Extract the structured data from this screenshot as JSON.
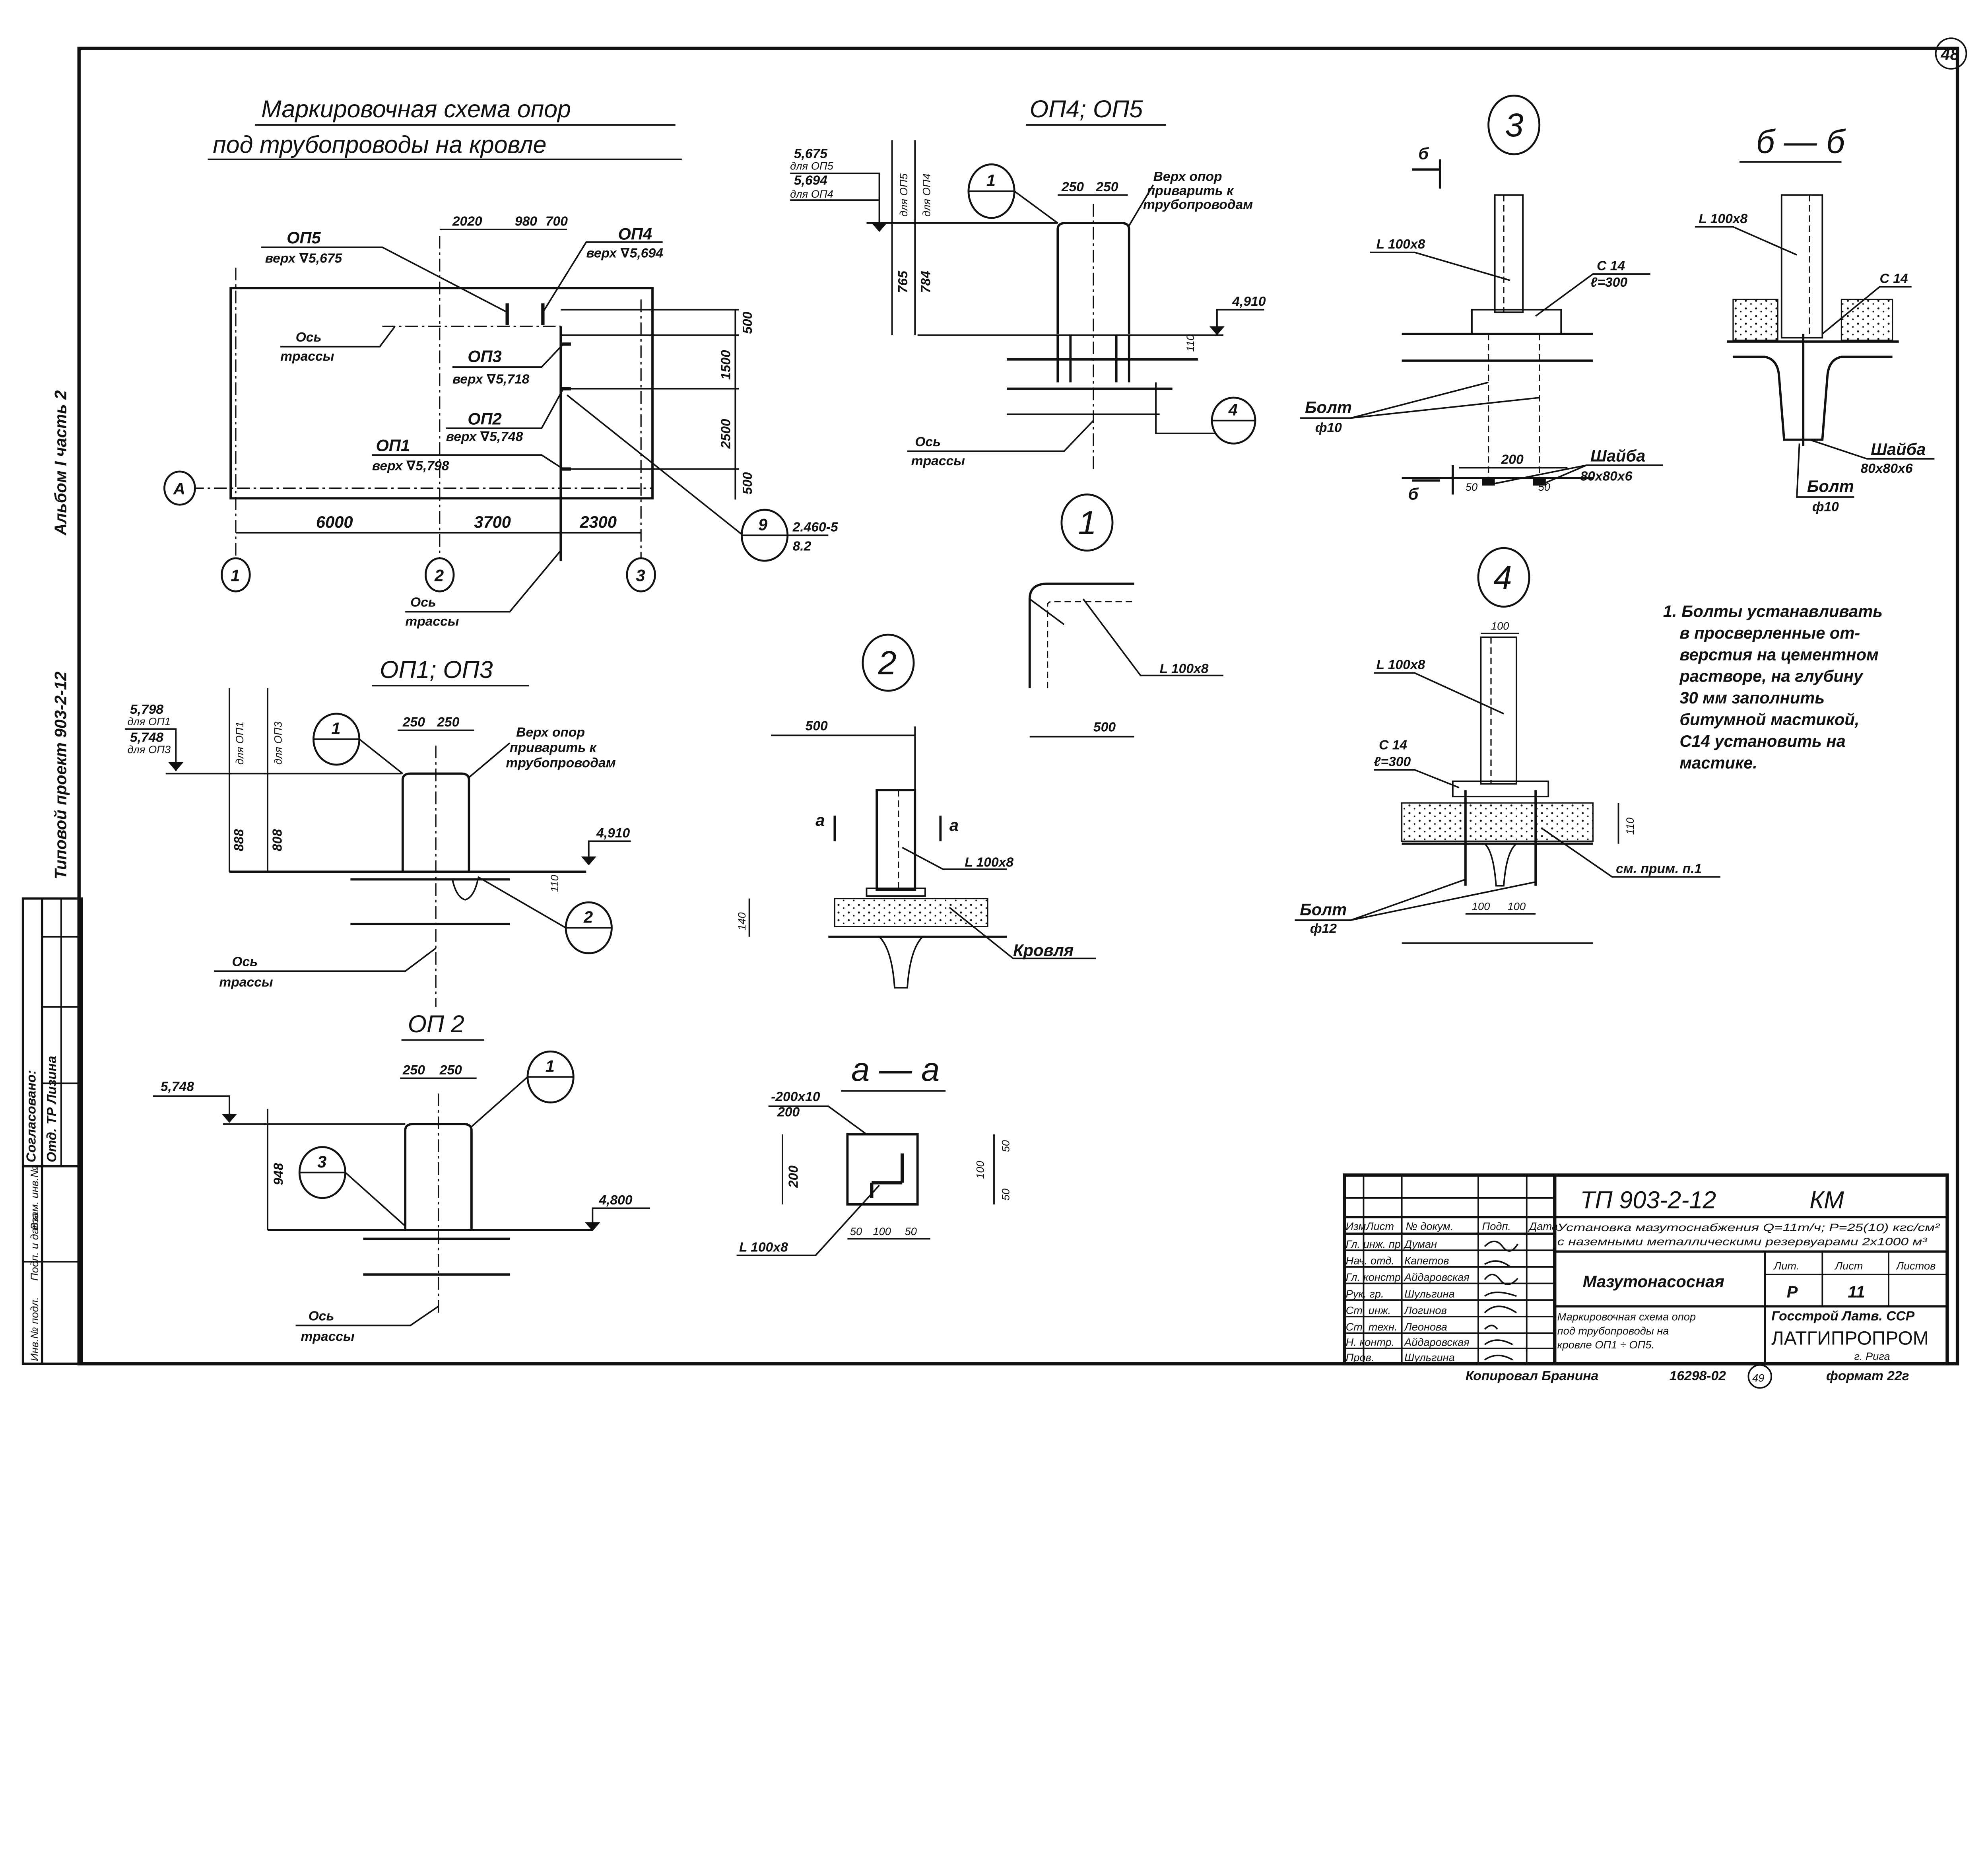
{
  "sheet_number_corner": "48",
  "margin": {
    "album": "Альбом I часть 2",
    "project": "Типовой проект 903-2-12",
    "agreed": "Согласовано:",
    "agreed_by": "Отд. ТР Лизина",
    "stamp_cols": [
      "Инв.№ подл.",
      "Подп. и дата",
      "Взам. инв.№"
    ]
  },
  "plan": {
    "title_line1": "Маркировочная схема опор",
    "title_line2": "под трубопроводы на кровле",
    "axes": [
      "1",
      "2",
      "3"
    ],
    "row_axis": "A",
    "bottom_dims": [
      "6000",
      "3700",
      "2300"
    ],
    "top_dims": [
      "2020",
      "980",
      "700"
    ],
    "right_dims": [
      "500",
      "1500",
      "2500",
      "500"
    ],
    "supports": [
      {
        "name": "ОП5",
        "elev": "верх ∇5,675"
      },
      {
        "name": "ОП4",
        "elev": "верх ∇5,694"
      },
      {
        "name": "ОП3",
        "elev": "верх ∇5,718"
      },
      {
        "name": "ОП2",
        "elev": "верх ∇5,748"
      },
      {
        "name": "ОП1",
        "elev": "верх ∇5,798"
      }
    ],
    "route_axis_1": "Ось",
    "route_axis_2": "трассы",
    "ref_bubble": "9",
    "ref_line1": "2.460-5",
    "ref_line2": "8.2"
  },
  "op45": {
    "title": "ОП4; ОП5",
    "elev1": "5,675",
    "elev1_note": "для ОП5",
    "elev2": "5,694",
    "elev2_note": "для ОП4",
    "dim_op5_label": "для ОП5",
    "dim_op4_label": "для ОП4",
    "h1": "765",
    "h2": "784",
    "w1": "250",
    "w2": "250",
    "bubble_top": "1",
    "bubble_bottom": "4",
    "note1": "Верх опор",
    "note2": "приварить к",
    "note3": "трубопроводам",
    "base_elev": "4,910",
    "slab": "110",
    "axis1": "Ось",
    "axis2": "трассы"
  },
  "op13": {
    "title": "ОП1; ОП3",
    "elev1": "5,798",
    "elev1_note": "для ОП1",
    "elev2": "5,748",
    "elev2_note": "для ОП3",
    "dim_label1": "для ОП1",
    "dim_label2": "для ОП3",
    "h1": "888",
    "h2": "808",
    "w1": "250",
    "w2": "250",
    "bubble_top": "1",
    "bubble_bottom": "2",
    "note1": "Верх опор",
    "note2": "приварить к",
    "note3": "трубопроводам",
    "base_elev": "4,910",
    "slab": "110",
    "axis1": "Ось",
    "axis2": "трассы"
  },
  "op2": {
    "title": "ОП 2",
    "elev": "5,748",
    "h": "948",
    "w1": "250",
    "w2": "250",
    "bubble_top": "1",
    "bubble_bottom": "3",
    "base_elev": "4,800",
    "axis1": "Ось",
    "axis2": "трассы"
  },
  "detail1": {
    "bubble": "1",
    "profile": "L 100x8",
    "dim": "500"
  },
  "detail2": {
    "bubble": "2",
    "dim_top": "500",
    "cut": "а",
    "profile": "L 100x8",
    "slab": "140",
    "roof": "Кровля"
  },
  "section_aa": {
    "title": "а — а",
    "plate1": "-200x10",
    "plate2": "200",
    "h": "200",
    "d100": "100",
    "d50a": "50",
    "d50b": "50",
    "b50a": "50",
    "b100": "100",
    "b50b": "50",
    "profile": "L 100x8"
  },
  "detail3": {
    "bubble": "3",
    "cut": "б",
    "cut2": "б",
    "profile": "L 100x8",
    "channel1": "С 14",
    "channel2": "ℓ=300",
    "bolt1": "Болт",
    "bolt2": "ф10",
    "washer1": "Шайба",
    "washer2": "80x80x6",
    "d50a": "50",
    "d200": "200",
    "d50b": "50"
  },
  "section_bb": {
    "title": "б — б",
    "profile": "L 100x8",
    "channel": "С 14",
    "washer1": "Шайба",
    "washer2": "80x80x6",
    "bolt1": "Болт",
    "bolt2": "ф10"
  },
  "detail4": {
    "bubble": "4",
    "dim_top": "100",
    "profile": "L 100x8",
    "channel1": "С 14",
    "channel2": "ℓ=300",
    "slab": "110",
    "note_ref": "см. прим. п.1",
    "bolt1": "Болт",
    "bolt2": "ф12",
    "d100a": "100",
    "d100b": "100"
  },
  "notes": [
    "1. Болты устанавливать",
    "в просверленные от-",
    "верстия на цементном",
    "растворе, на глубину",
    "30 мм заполнить",
    "битумной мастикой,",
    "С14 установить на",
    "мастике."
  ],
  "title_block": {
    "code": "ТП 903-2-12",
    "mark": "КМ",
    "headers": [
      "Изм.",
      "Лист",
      "№ докум.",
      "Подп.",
      "Дата"
    ],
    "staff": [
      {
        "role": "Гл. инж. пр.",
        "name": "Думан"
      },
      {
        "role": "Нач. отд.",
        "name": "Капетов"
      },
      {
        "role": "Гл. констр.",
        "name": "Айдаровская"
      },
      {
        "role": "Рук. гр.",
        "name": "Шульгина"
      },
      {
        "role": "Ст. инж.",
        "name": "Логинов"
      },
      {
        "role": "Ст. техн.",
        "name": "Леонова"
      },
      {
        "role": "Н. контр.",
        "name": "Айдаровская"
      },
      {
        "role": "Пров.",
        "name": "Шульгина"
      }
    ],
    "project_line1": "Установка мазутоснабжения Q=11т/ч; P=25(10) кгс/см²",
    "project_line2": "с наземными металлическими резервуарами 2x1000 м³",
    "building": "Мазутонасосная",
    "stage_label": "Лит.",
    "sheet_label": "Лист",
    "sheets_label": "Листов",
    "stage": "Р",
    "sheet": "11",
    "sheets": "",
    "sheet_title1": "Маркировочная схема опор",
    "sheet_title2": "под трубопроводы на",
    "sheet_title3": "кровле ОП1 ÷ ОП5.",
    "org1": "Госстрой Латв. ССР",
    "org2": "ЛАТГИПРОПРОМ",
    "org3": "г. Рига"
  },
  "footer": {
    "copied": "Копировал Бранина",
    "order": "16298-02",
    "page": "49",
    "format": "формат 22г"
  }
}
